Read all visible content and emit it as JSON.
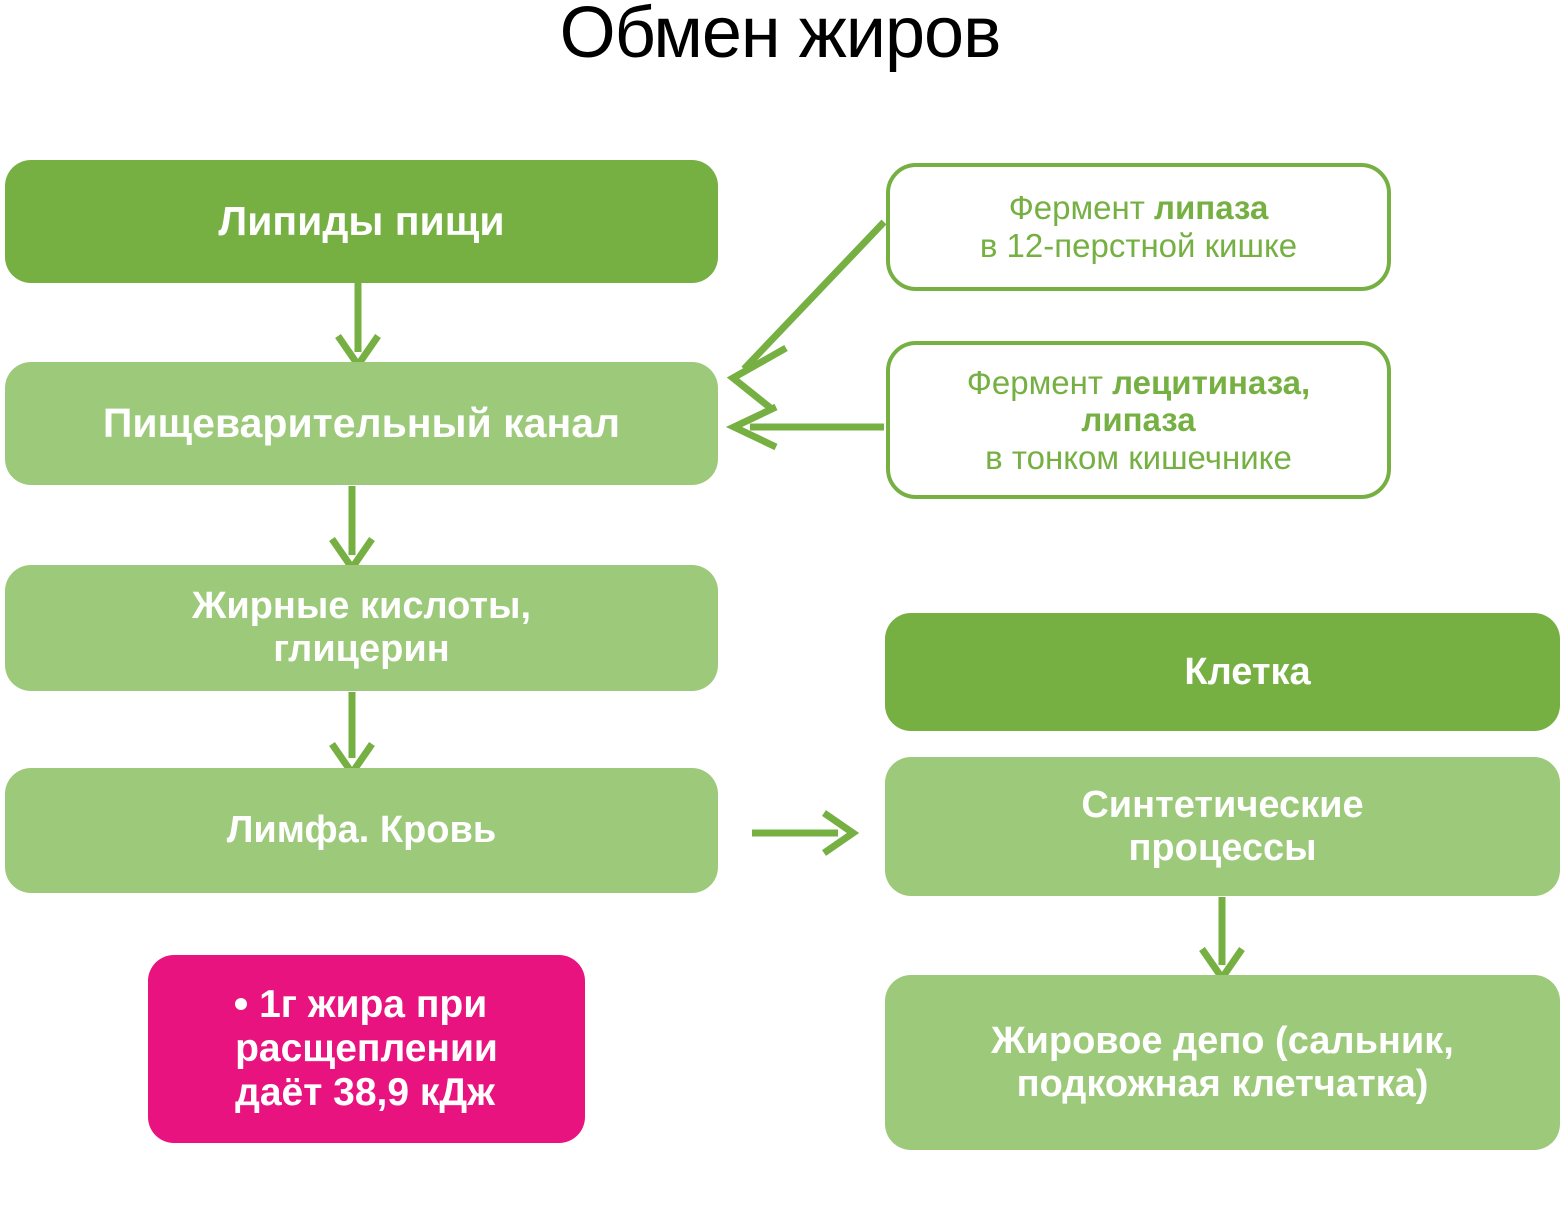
{
  "title": "Обмен жиров",
  "colors": {
    "dark_green": "#76b043",
    "light_green": "#9dc97a",
    "pink": "#e8137f",
    "arrow_green": "#76b043",
    "text_white": "#ffffff",
    "title_black": "#000000",
    "background": "#ffffff"
  },
  "chart_data": {
    "type": "diagram",
    "title": "Обмен жиров",
    "subtype": "flowchart",
    "nodes": [
      {
        "id": "lipids",
        "label": "Липиды пищи",
        "style": "dark-green-filled",
        "column": "left",
        "order": 1
      },
      {
        "id": "digestive_canal",
        "label": "Пищеварительный канал",
        "style": "light-green-filled",
        "column": "left",
        "order": 2
      },
      {
        "id": "fatty_acids",
        "label": "Жирные кислоты, глицерин",
        "style": "light-green-filled",
        "column": "left",
        "order": 3
      },
      {
        "id": "lymph_blood",
        "label": "Лимфа. Кровь",
        "style": "light-green-filled",
        "column": "left",
        "order": 4
      },
      {
        "id": "energy",
        "label": "1г жира при расщеплении даёт 38,9 кДж",
        "style": "pink-filled",
        "column": "left",
        "order": 5
      },
      {
        "id": "lipase",
        "label": "Фермент липаза в 12-перстной кишке",
        "style": "green-outline",
        "column": "right",
        "order": 1
      },
      {
        "id": "lecithinase",
        "label": "Фермент лецитиназа, липаза в тонком кишечнике",
        "style": "green-outline",
        "column": "right",
        "order": 2
      },
      {
        "id": "cell",
        "label": "Клетка",
        "style": "dark-green-filled",
        "column": "right",
        "order": 3
      },
      {
        "id": "synthetic",
        "label": "Синтетические процессы",
        "style": "light-green-filled",
        "column": "right",
        "order": 4
      },
      {
        "id": "fat_depot",
        "label": "Жировое депо (сальник, подкожная клетчатка)",
        "style": "light-green-filled",
        "column": "right",
        "order": 5
      }
    ],
    "edges": [
      {
        "from": "lipids",
        "to": "digestive_canal",
        "type": "vertical-arrow"
      },
      {
        "from": "digestive_canal",
        "to": "fatty_acids",
        "type": "vertical-arrow"
      },
      {
        "from": "fatty_acids",
        "to": "lymph_blood",
        "type": "vertical-arrow"
      },
      {
        "from": "lymph_blood",
        "to": "synthetic",
        "type": "horizontal-arrow"
      },
      {
        "from": "lipase",
        "to": "digestive_canal",
        "type": "diagonal-arrow"
      },
      {
        "from": "lecithinase",
        "to": "digestive_canal",
        "type": "horizontal-arrow"
      },
      {
        "from": "synthetic",
        "to": "fat_depot",
        "type": "vertical-arrow"
      }
    ]
  },
  "left_column": {
    "lipids": {
      "label": "Липиды пищи"
    },
    "digestive_canal": {
      "label": "Пищеварительный канал"
    },
    "fatty_acids": {
      "line1": "Жирные кислоты,",
      "line2": "глицерин"
    },
    "lymph_blood": {
      "label": "Лимфа. Кровь"
    },
    "energy_note": {
      "line1": "1г жира при",
      "line2": "расщеплении",
      "line3": "даёт 38,9 кДж"
    }
  },
  "right_column": {
    "lipase_box": {
      "line1_prefix": "Фермент ",
      "line1_bold": "липаза",
      "line2": "в 12-перстной кишке"
    },
    "lecithinase_box": {
      "line1_prefix": "Фермент ",
      "line1_bold": "лецитиназа,",
      "line2_bold": "липаза",
      "line3": "в тонком кишечнике"
    },
    "cell": {
      "label": "Клетка"
    },
    "synthetic": {
      "line1": "Синтетические",
      "line2": "процессы"
    },
    "fat_depot": {
      "line1": "Жировое депо (сальник,",
      "line2": "подкожная клетчатка)"
    }
  }
}
